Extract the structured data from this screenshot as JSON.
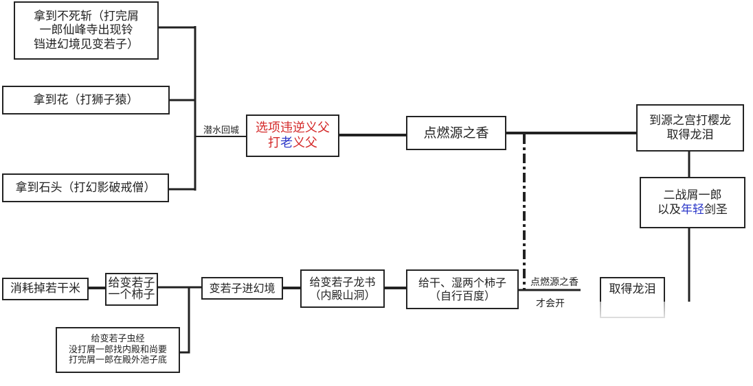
{
  "nodes": {
    "a": [
      "拿到不死斩（打完屑",
      "一郎仙峰寺出现铃",
      "铛进幻境见变若子）"
    ],
    "b": "拿到花（打狮子猿）",
    "c": "拿到石头（打幻影破戒僧）",
    "d": {
      "line1": "选项违逆义父",
      "line2_a": "打",
      "line2_b": "老",
      "line2_c": "义父"
    },
    "e": "点燃源之香",
    "f": [
      "到源之宫打樱龙",
      "取得龙泪"
    ],
    "g": {
      "line1": "二战屑一郎",
      "line2_a": "以及",
      "line2_b": "年轻",
      "line2_c": "剑圣"
    },
    "h": "消耗掉若干米",
    "i": [
      "给变若子",
      "一个柿子"
    ],
    "j": [
      "给变若子虫经",
      "没打屑一郎找内殿和尚要",
      "打完屑一郎在殿外池子底"
    ],
    "k": "变若子进幻境",
    "l": [
      "给变若子龙书",
      "（内殿山洞）"
    ],
    "m": [
      "给干、湿两个柿子",
      "（自行百度）"
    ],
    "n": "取得龙泪"
  },
  "labels": {
    "dive": "潜水回城",
    "light_top": "点燃源之香",
    "light_bottom": "才会开"
  },
  "colors": {
    "red": "#d42a2a",
    "blue": "#2a36c8",
    "line": "#222222"
  }
}
